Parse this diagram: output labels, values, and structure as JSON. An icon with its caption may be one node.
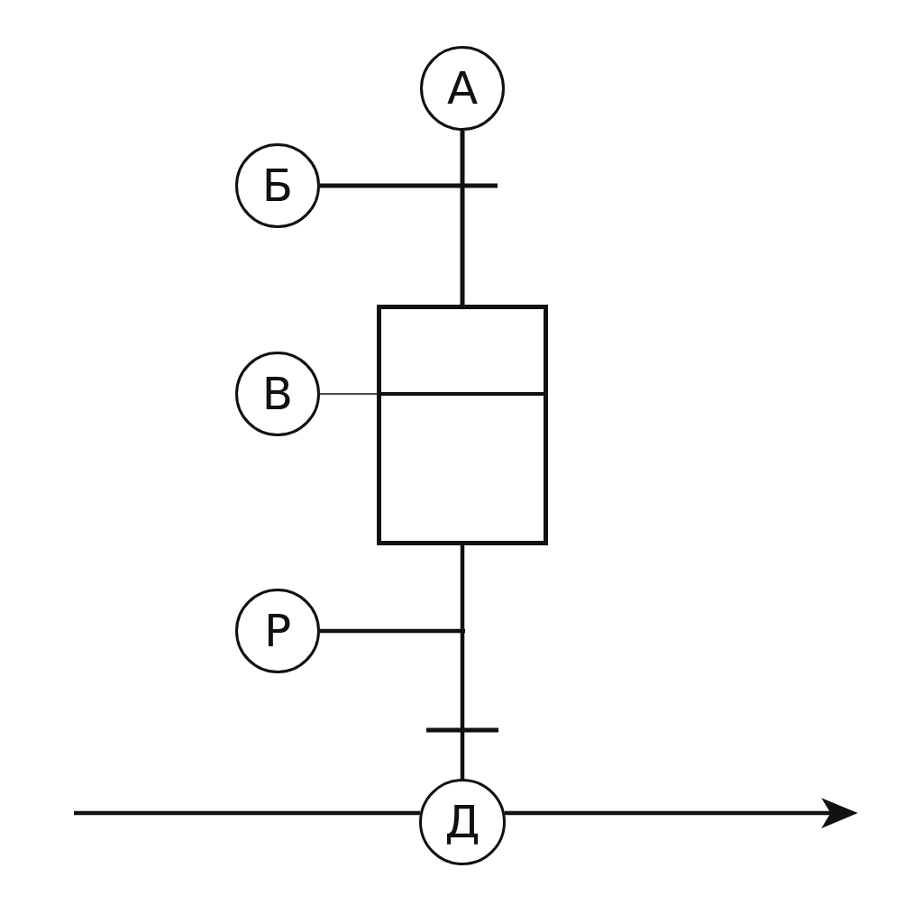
{
  "diagram": {
    "nodes": [
      {
        "text": [
          "А"
        ]
      },
      {
        "text": [
          "Б"
        ]
      },
      {
        "text": [],
        "shape": "box"
      },
      {
        "text": [
          "В"
        ]
      },
      {
        "text": [
          "Р"
        ]
      },
      {
        "text": [
          "Д"
        ]
      }
    ],
    "edges": [
      {
        "from": 0,
        "to": 2,
        "arrow": "none"
      },
      {
        "from": 1,
        "to": null,
        "arrow": "none"
      },
      {
        "from": 3,
        "to": 2,
        "arrow": "none"
      },
      {
        "from": 2,
        "to": 5,
        "arrow": "none"
      },
      {
        "from": 4,
        "to": null,
        "arrow": "none"
      },
      {
        "from": null,
        "to": 5,
        "arrow": "none"
      },
      {
        "from": 5,
        "to": null,
        "arrow": "to"
      }
    ]
  }
}
